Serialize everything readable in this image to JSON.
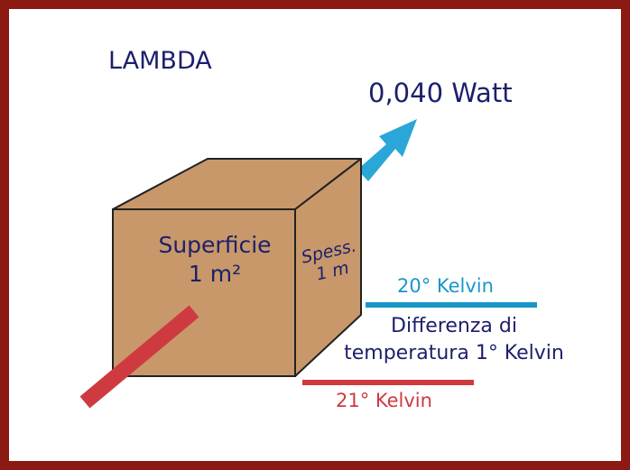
{
  "title": "LAMBDA",
  "power": "0,040 Watt",
  "surface": {
    "line1": "Superficie",
    "line2": "1 m²"
  },
  "thickness": {
    "line1": "Spess.",
    "line2": "1 m"
  },
  "cold_side": "20° Kelvin",
  "temperature_difference": {
    "line1": "Differenza di",
    "line2": "temperatura 1° Kelvin"
  },
  "hot_side": "21° Kelvin",
  "colors": {
    "frame": "#8b1a12",
    "cube": "#c8986a",
    "outline": "#222222",
    "text": "#1c1f6b",
    "cold": "#1997c9",
    "hot": "#cf3a41",
    "arrow": "#2aa6d8"
  }
}
